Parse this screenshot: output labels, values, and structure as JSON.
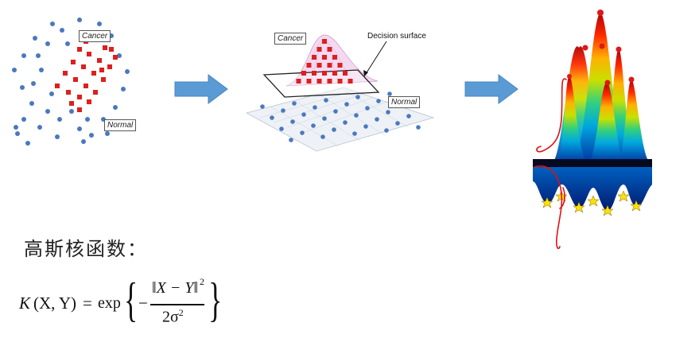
{
  "left_plot": {
    "cancer_label": "Cancer",
    "normal_label": "Normal",
    "colors": {
      "cancer": "#dd1f1f",
      "normal": "#4a78c0"
    }
  },
  "middle_plot": {
    "cancer_label": "Cancer",
    "normal_label": "Normal",
    "annotation": "Decision surface"
  },
  "arrows": {
    "color": "#5b9bd5"
  },
  "section_title": "高斯核函数：",
  "formula": {
    "k": "K",
    "args": "(X, Y)",
    "eq": "=",
    "exp": "exp",
    "minus": "−",
    "numerator": "‖X − Y‖",
    "exponent": "2",
    "denominator": "2σ",
    "den_exponent": "2"
  }
}
